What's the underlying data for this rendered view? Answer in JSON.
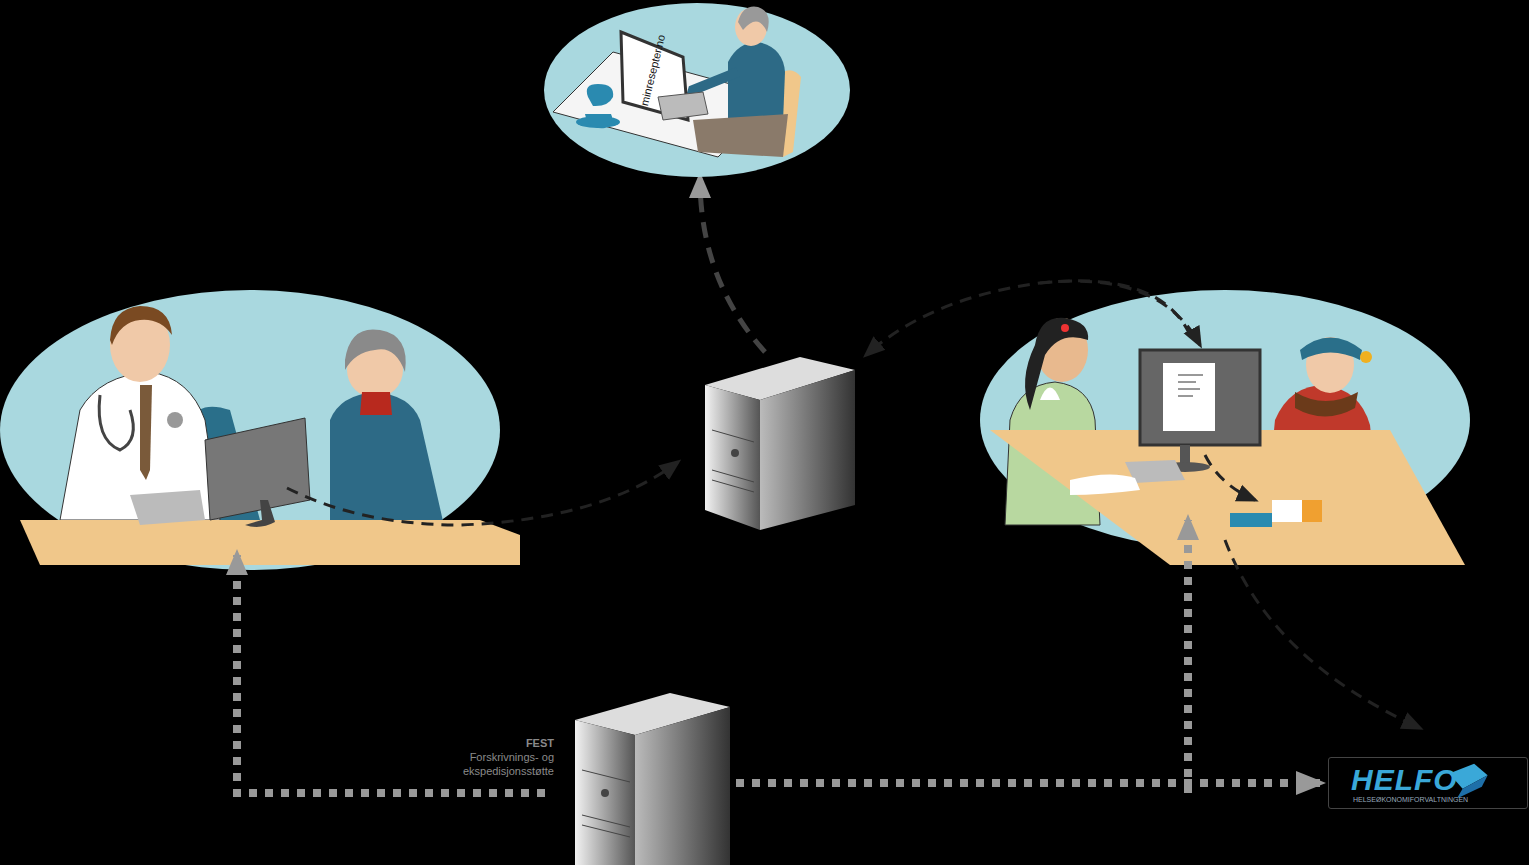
{
  "diagram": {
    "nodes": [
      {
        "text": [
          "minresepter.no"
        ]
      },
      {
        "text": [
          "FEST",
          "Forskrivnings- og ekspedisjonsstøtte"
        ]
      },
      {
        "text": [
          "HELFO",
          "HELSEØKONOMIFORVALTNINGEN"
        ]
      }
    ],
    "edges": [
      {
        "from": 1,
        "to": 2,
        "arrow": "to"
      }
    ]
  }
}
